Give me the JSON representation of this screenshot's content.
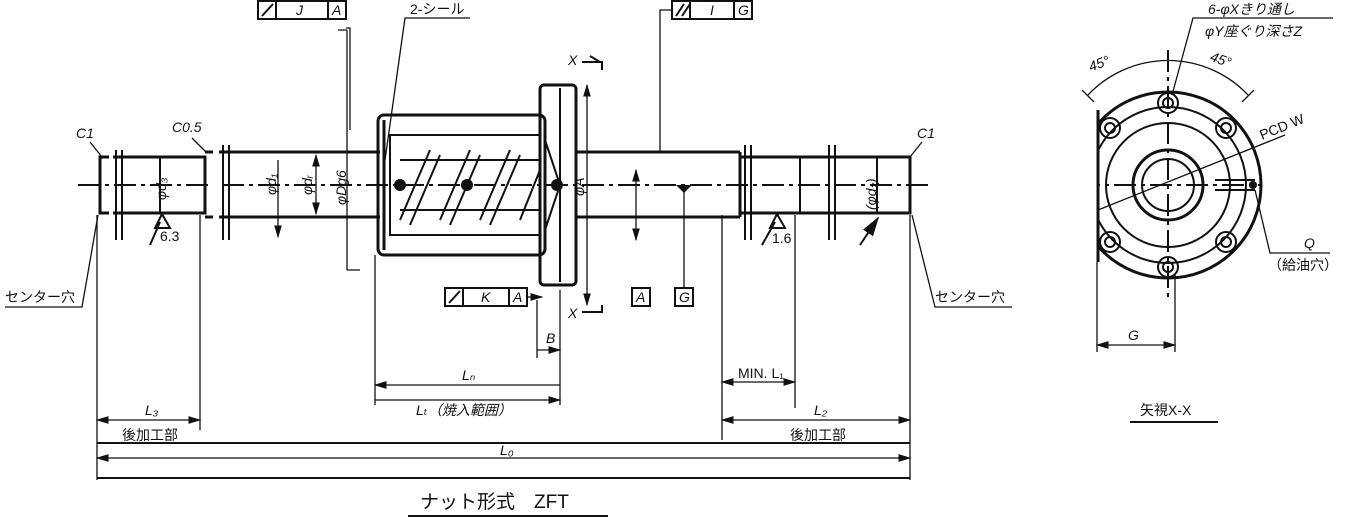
{
  "title": "ナット形式　ZFT",
  "view_label": "矢視X-X",
  "seal_label": "2-シール",
  "hole_note": [
    "6-φXきり通し",
    "φY座ぐり深さZ"
  ],
  "pcd_label": "PCD W",
  "angles": [
    "45°",
    "45°"
  ],
  "oil_hole": {
    "symbol": "Q",
    "label": "（給油穴）"
  },
  "center_hole_left": "センター穴",
  "center_hole_right": "センター穴",
  "chamfers": {
    "left_end": "C1",
    "step": "C0.5",
    "right_end": "C1"
  },
  "roughness": {
    "left": "6.3",
    "right": "1.6"
  },
  "diameters": {
    "d3": "φd₃",
    "d1": "φd₁",
    "dr": "φdᵣ",
    "Dg6": "φDg6",
    "A": "φA",
    "d2": "(φd₂)"
  },
  "tolerance_frames": [
    {
      "symbol": "runout",
      "value": "J",
      "datum": "A"
    },
    {
      "symbol": "parallelism",
      "value": "I",
      "datum": "G"
    },
    {
      "symbol": "runout",
      "value": "K",
      "datum": "A"
    }
  ],
  "datums": [
    "A",
    "G"
  ],
  "section_marker": "X",
  "dims": {
    "B": "B",
    "G": "G",
    "Ln": "Lₙ",
    "Lt": "Lₜ（焼入範囲）",
    "L1": "MIN. L₁",
    "L3": "L₃",
    "L3_note": "後加工部",
    "L2": "L₂",
    "L2_note": "後加工部",
    "L0": "L₀"
  }
}
